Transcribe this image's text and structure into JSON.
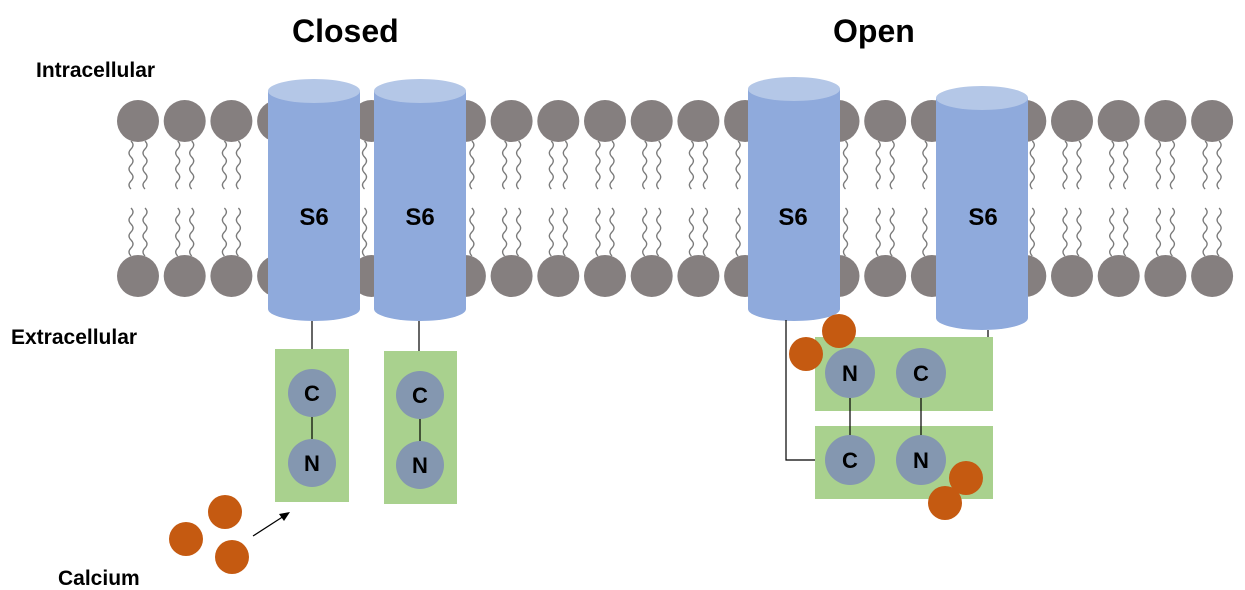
{
  "titles": {
    "closed": "Closed",
    "open": "Open"
  },
  "side_labels": {
    "intracellular": "Intracellular",
    "extracellular": "Extracellular",
    "calcium": "Calcium"
  },
  "helix_label": "S6",
  "domain_labels": {
    "c": "C",
    "n": "N"
  },
  "colors": {
    "lipid_head": "#857F7F",
    "lipid_tail": "#7a7a7a",
    "helix_body": "#8FAADC",
    "helix_top": "#B4C7E7",
    "domain_box": "#A9D18E",
    "domain_circle": "#8497B0",
    "calcium": "#C55A11",
    "line": "#000000"
  }
}
